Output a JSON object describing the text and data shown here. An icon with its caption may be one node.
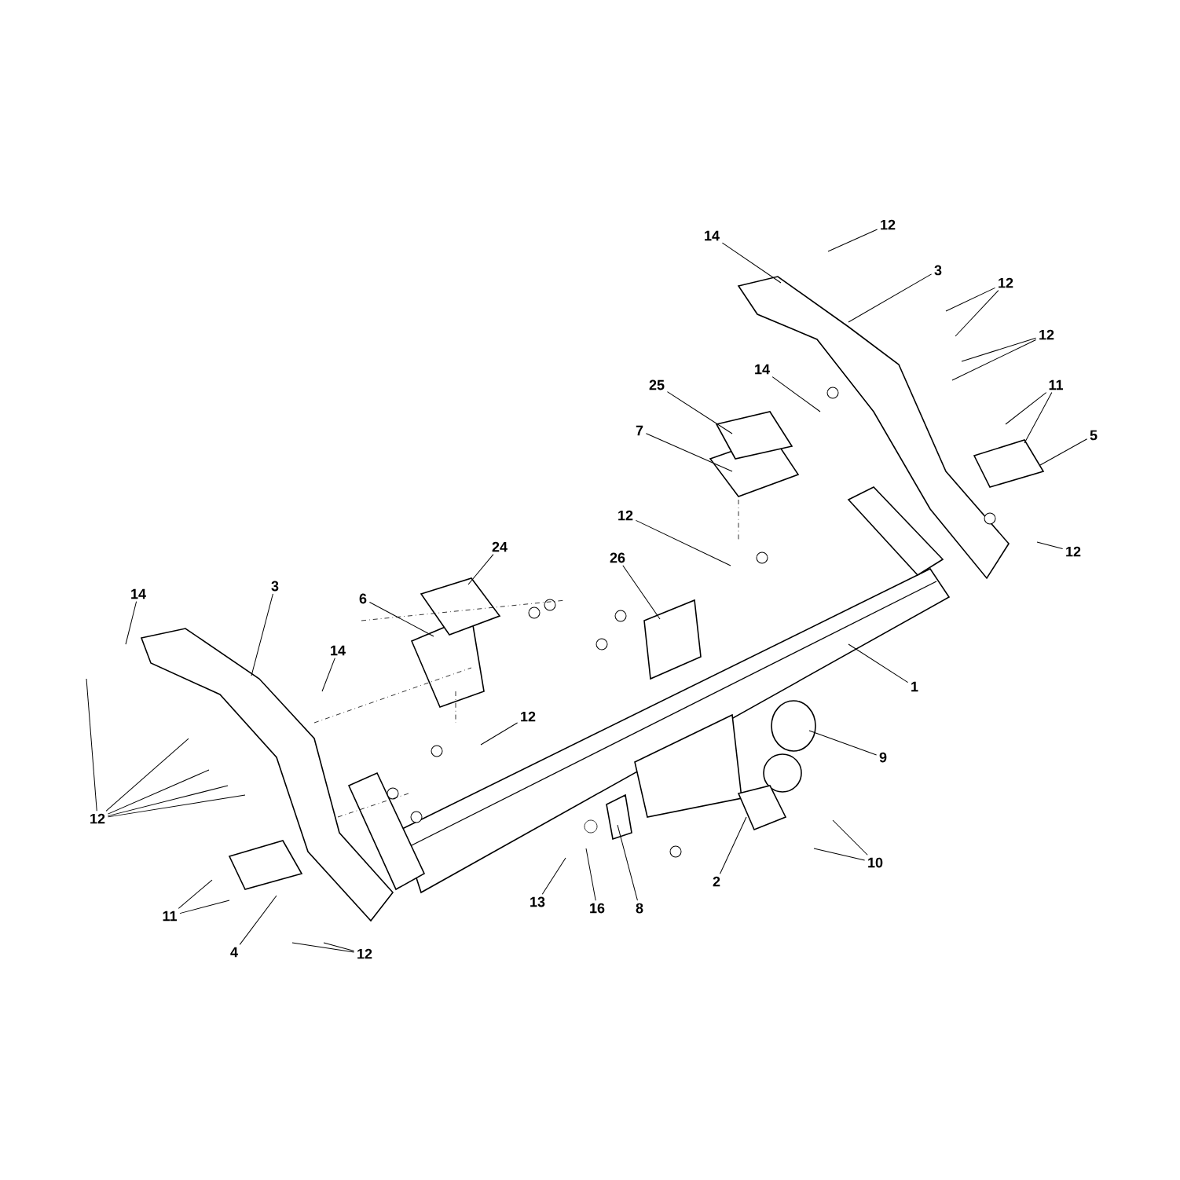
{
  "diagram": {
    "nodes": [
      {
        "text": [
          "12"
        ]
      },
      {
        "text": [
          "14"
        ]
      },
      {
        "text": [
          "3"
        ]
      },
      {
        "text": [
          "12"
        ]
      },
      {
        "text": [
          "12"
        ]
      },
      {
        "text": [
          "14"
        ]
      },
      {
        "text": [
          "25"
        ]
      },
      {
        "text": [
          "11"
        ]
      },
      {
        "text": [
          "5"
        ]
      },
      {
        "text": [
          "7"
        ]
      },
      {
        "text": [
          "12"
        ]
      },
      {
        "text": [
          "24"
        ]
      },
      {
        "text": [
          "12"
        ]
      },
      {
        "text": [
          "26"
        ]
      },
      {
        "text": [
          "3"
        ]
      },
      {
        "text": [
          "14"
        ]
      },
      {
        "text": [
          "6"
        ]
      },
      {
        "text": [
          "14"
        ]
      },
      {
        "text": [
          "1"
        ]
      },
      {
        "text": [
          "12"
        ]
      },
      {
        "text": [
          "9"
        ]
      },
      {
        "text": [
          "12"
        ]
      },
      {
        "text": [
          "10"
        ]
      },
      {
        "text": [
          "2"
        ]
      },
      {
        "text": [
          "11"
        ]
      },
      {
        "text": [
          "13"
        ]
      },
      {
        "text": [
          "16"
        ]
      },
      {
        "text": [
          "8"
        ]
      },
      {
        "text": [
          "4"
        ]
      },
      {
        "text": [
          "12"
        ]
      }
    ],
    "edges": [
      {
        "from": 0,
        "to": null,
        "arrow": "none"
      },
      {
        "from": 1,
        "to": null,
        "arrow": "none"
      },
      {
        "from": 2,
        "to": null,
        "arrow": "none"
      },
      {
        "from": 3,
        "to": null,
        "arrow": "none"
      },
      {
        "from": 3,
        "to": null,
        "arrow": "none"
      },
      {
        "from": 4,
        "to": null,
        "arrow": "none"
      },
      {
        "from": 4,
        "to": null,
        "arrow": "none"
      },
      {
        "from": 5,
        "to": null,
        "arrow": "none"
      },
      {
        "from": 6,
        "to": null,
        "arrow": "none"
      },
      {
        "from": 7,
        "to": null,
        "arrow": "none"
      },
      {
        "from": 7,
        "to": null,
        "arrow": "none"
      },
      {
        "from": 8,
        "to": null,
        "arrow": "none"
      },
      {
        "from": 9,
        "to": null,
        "arrow": "none"
      },
      {
        "from": 10,
        "to": null,
        "arrow": "none"
      },
      {
        "from": 11,
        "to": null,
        "arrow": "none"
      },
      {
        "from": 12,
        "to": null,
        "arrow": "none"
      },
      {
        "from": 13,
        "to": null,
        "arrow": "none"
      },
      {
        "from": 14,
        "to": null,
        "arrow": "none"
      },
      {
        "from": 15,
        "to": null,
        "arrow": "none"
      },
      {
        "from": 16,
        "to": null,
        "arrow": "none"
      },
      {
        "from": 17,
        "to": null,
        "arrow": "none"
      },
      {
        "from": 18,
        "to": null,
        "arrow": "none"
      },
      {
        "from": 19,
        "to": null,
        "arrow": "none"
      },
      {
        "from": 20,
        "to": null,
        "arrow": "none"
      },
      {
        "from": 21,
        "to": null,
        "arrow": "none"
      },
      {
        "from": 21,
        "to": null,
        "arrow": "none"
      },
      {
        "from": 21,
        "to": null,
        "arrow": "none"
      },
      {
        "from": 21,
        "to": null,
        "arrow": "none"
      },
      {
        "from": 21,
        "to": null,
        "arrow": "none"
      },
      {
        "from": 22,
        "to": null,
        "arrow": "none"
      },
      {
        "from": 22,
        "to": null,
        "arrow": "none"
      },
      {
        "from": 23,
        "to": null,
        "arrow": "none"
      },
      {
        "from": 24,
        "to": null,
        "arrow": "none"
      },
      {
        "from": 24,
        "to": null,
        "arrow": "none"
      },
      {
        "from": 25,
        "to": null,
        "arrow": "none"
      },
      {
        "from": 26,
        "to": null,
        "arrow": "none"
      },
      {
        "from": 27,
        "to": null,
        "arrow": "none"
      },
      {
        "from": 28,
        "to": null,
        "arrow": "none"
      },
      {
        "from": 29,
        "to": null,
        "arrow": "none"
      },
      {
        "from": 29,
        "to": null,
        "arrow": "none"
      }
    ]
  }
}
